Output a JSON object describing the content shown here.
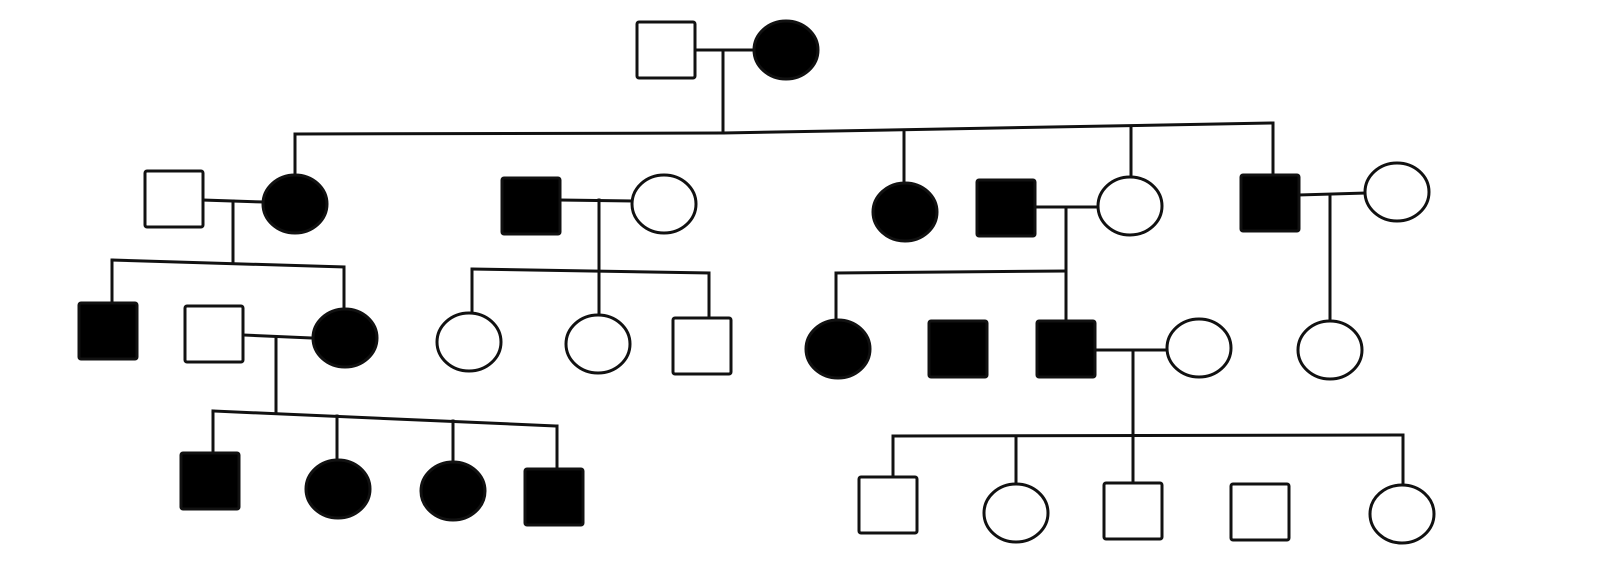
{
  "diagram": {
    "type": "pedigree-chart",
    "colors": {
      "line": "#111111",
      "affected_fill": "#000000",
      "unaffected_fill": "#ffffff",
      "background": "#ffffff"
    },
    "individuals": [
      {
        "id": "g1-father",
        "sex": "male",
        "affected": false
      },
      {
        "id": "g1-mother",
        "sex": "female",
        "affected": true
      },
      {
        "id": "g2-spouse-a",
        "sex": "male",
        "affected": false
      },
      {
        "id": "g2-daughter-a",
        "sex": "female",
        "affected": true
      },
      {
        "id": "g2-son-b",
        "sex": "male",
        "affected": true
      },
      {
        "id": "g2-spouse-b",
        "sex": "female",
        "affected": false
      },
      {
        "id": "g2-daughter-c",
        "sex": "female",
        "affected": true
      },
      {
        "id": "g2-son-d",
        "sex": "male",
        "affected": true
      },
      {
        "id": "g2-spouse-d",
        "sex": "female",
        "affected": false
      },
      {
        "id": "g2-son-e",
        "sex": "male",
        "affected": true
      },
      {
        "id": "g2-spouse-e",
        "sex": "female",
        "affected": false
      },
      {
        "id": "g3-son-a1",
        "sex": "male",
        "affected": true
      },
      {
        "id": "g3-spouse-a2",
        "sex": "male",
        "affected": false
      },
      {
        "id": "g3-daughter-a2",
        "sex": "female",
        "affected": true
      },
      {
        "id": "g3-daughter-b1",
        "sex": "female",
        "affected": false
      },
      {
        "id": "g3-daughter-b2",
        "sex": "female",
        "affected": false
      },
      {
        "id": "g3-son-b3",
        "sex": "male",
        "affected": false
      },
      {
        "id": "g3-daughter-d1",
        "sex": "female",
        "affected": true
      },
      {
        "id": "g3-son-d2",
        "sex": "male",
        "affected": true
      },
      {
        "id": "g3-son-d3",
        "sex": "male",
        "affected": true
      },
      {
        "id": "g3-spouse-d3",
        "sex": "female",
        "affected": false
      },
      {
        "id": "g3-daughter-e1",
        "sex": "female",
        "affected": false
      },
      {
        "id": "g4-son-1",
        "sex": "male",
        "affected": true
      },
      {
        "id": "g4-daughter-2",
        "sex": "female",
        "affected": true
      },
      {
        "id": "g4-daughter-3",
        "sex": "female",
        "affected": true
      },
      {
        "id": "g4-son-4",
        "sex": "male",
        "affected": true
      },
      {
        "id": "g4-son-5",
        "sex": "male",
        "affected": false
      },
      {
        "id": "g4-daughter-6",
        "sex": "female",
        "affected": false
      },
      {
        "id": "g4-son-7",
        "sex": "male",
        "affected": false
      },
      {
        "id": "g4-son-8",
        "sex": "male",
        "affected": false
      },
      {
        "id": "g4-daughter-9",
        "sex": "female",
        "affected": false
      }
    ]
  }
}
